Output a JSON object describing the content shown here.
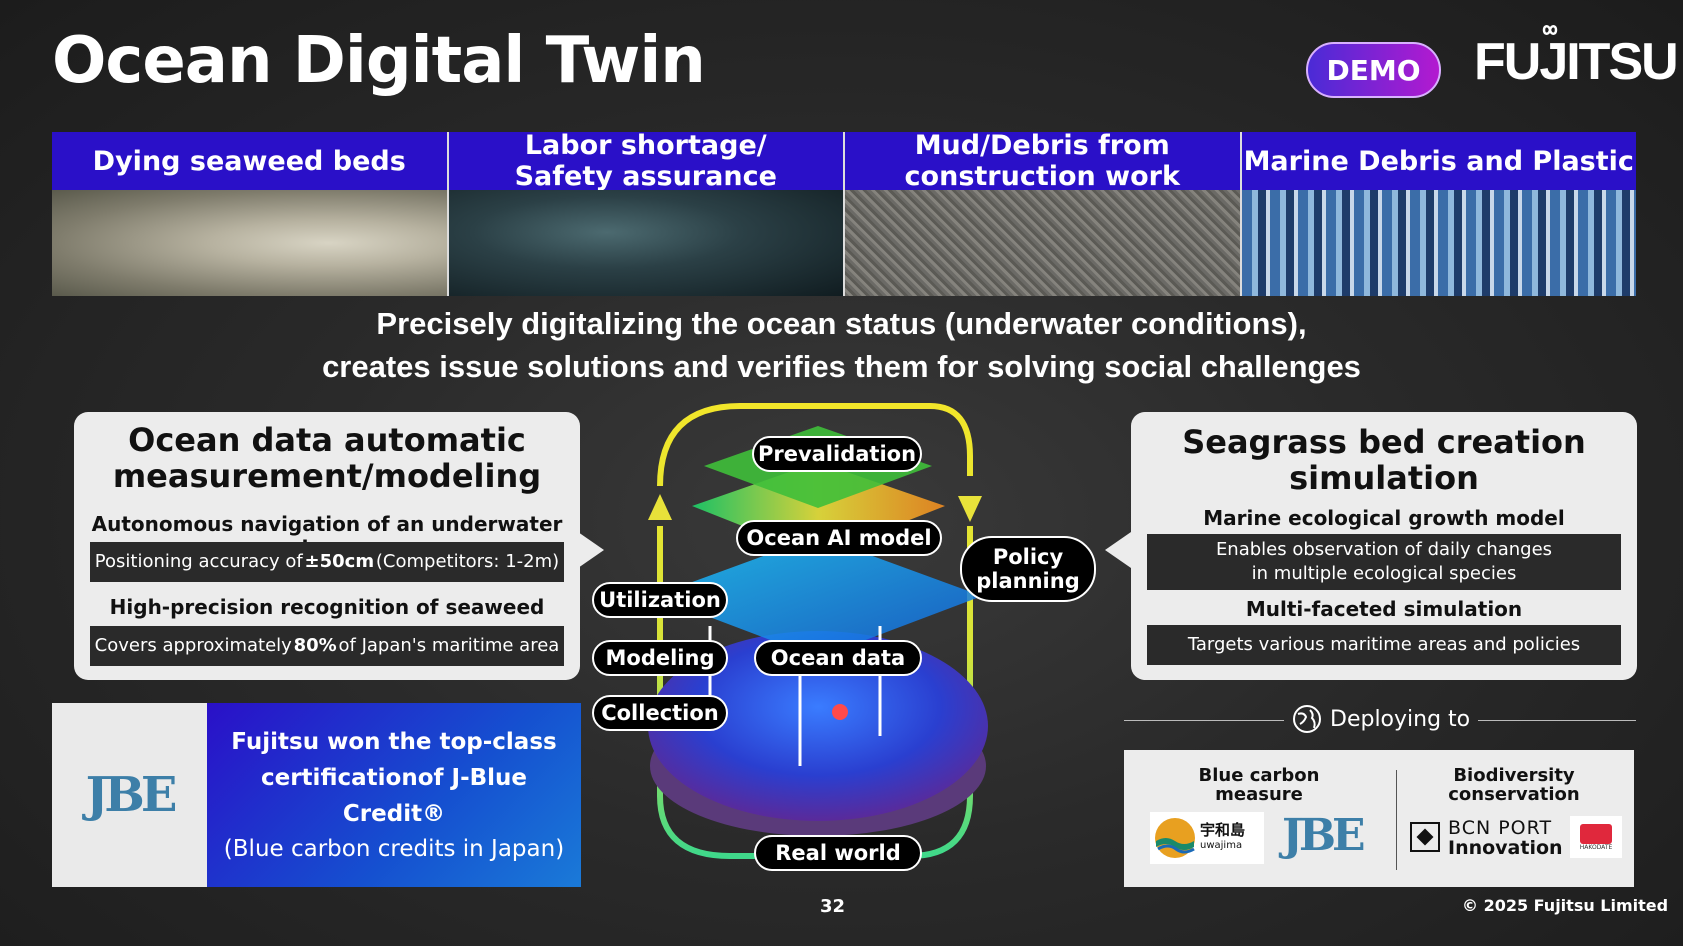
{
  "header": {
    "title": "Ocean Digital Twin",
    "demo_label": "DEMO",
    "logo_text": "FUJITSU"
  },
  "issues": [
    {
      "label": "Dying seaweed beds"
    },
    {
      "label": "Labor shortage/\nSafety assurance"
    },
    {
      "label": "Mud/Debris from\nconstruction work"
    },
    {
      "label": "Marine Debris and Plastic"
    }
  ],
  "headline": {
    "line1": "Precisely digitalizing the ocean status (underwater conditions),",
    "line2": "creates issue solutions and verifies them for solving social challenges"
  },
  "left_panel": {
    "title": "Ocean data automatic\nmeasurement/modeling",
    "item1_title": "Autonomous navigation of an underwater drone",
    "item1_pre": "Positioning accuracy of ",
    "item1_bold": "±50cm",
    "item1_post": " (Competitors: 1-2m)",
    "item2_title": "High-precision recognition of seaweed",
    "item2_pre": "Covers approximately ",
    "item2_bold": "80%",
    "item2_post": " of Japan's maritime area"
  },
  "right_panel": {
    "title": "Seagrass bed creation\nsimulation",
    "item1_title": "Marine ecological growth model",
    "item1_text": "Enables observation of daily changes\nin multiple ecological species",
    "item2_title": "Multi-faceted simulation",
    "item2_text": "Targets various maritime areas and policies"
  },
  "cycle": {
    "prevalidation": "Prevalidation",
    "ocean_ai_model": "Ocean AI model",
    "policy_planning": "Policy\nplanning",
    "utilization": "Utilization",
    "modeling": "Modeling",
    "collection": "Collection",
    "ocean_data": "Ocean data",
    "real_world": "Real world",
    "colors": {
      "top": "#f2e62a",
      "bottom": "#3fd88a"
    }
  },
  "credit": {
    "jbe_logo": "JBE",
    "line1": "Fujitsu won the top-class",
    "line2": "certificationof J-Blue Credit®",
    "line3": "(Blue carbon credits in Japan)"
  },
  "deploy": {
    "label": "Deploying to",
    "col1_title": "Blue carbon\nmeasure",
    "col2_title": "Biodiversity\nconservation",
    "uwajima_kanji": "宇和島",
    "uwajima_roman": "uwajima",
    "jbe_logo": "JBE",
    "bcn_line1": "BCN PORT",
    "bcn_line2": "Innovation",
    "hakodate": "HAKODATE"
  },
  "footer": {
    "page": "32",
    "copyright": "© 2025 Fujitsu Limited"
  }
}
